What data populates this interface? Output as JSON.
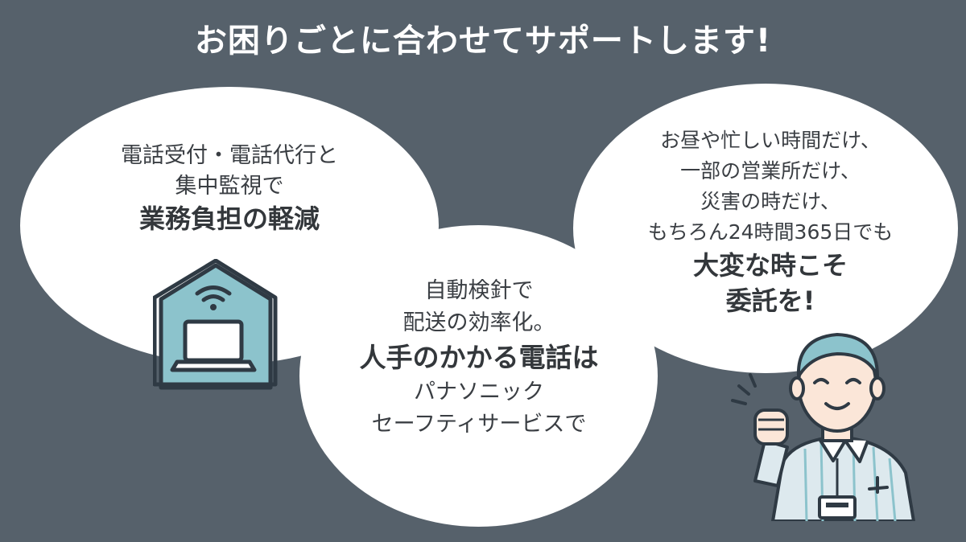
{
  "headline": "お困りごとに合わせてサポートします!",
  "left_bubble": {
    "lines": [
      "電話受付・電話代行と",
      "集中監視で"
    ],
    "emphasis": "業務負担の軽減",
    "icon": "house-laptop-wifi-icon"
  },
  "center_bubble": {
    "lines_top": [
      "自動検針で",
      "配送の効率化。"
    ],
    "emphasis": "人手のかかる電話は",
    "lines_bottom": [
      "パナソニック",
      "セーフティサービスで"
    ]
  },
  "right_bubble": {
    "lines": [
      "お昼や忙しい時間だけ、",
      "一部の営業所だけ、",
      "災害の時だけ、",
      "もちろん24時間365日でも"
    ],
    "emphasis": [
      "大変な時こそ",
      "委託を!"
    ]
  },
  "illustration": "smiling-staff-fist-pump-icon",
  "colors": {
    "background": "#56616b",
    "bubble": "#ffffff",
    "house_fill": "#8cc3cc",
    "house_stroke": "#2f3a44"
  }
}
